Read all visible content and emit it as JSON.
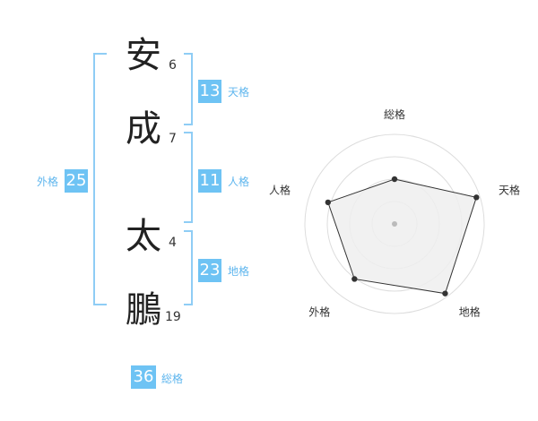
{
  "colors": {
    "bracket": "#8fcdf5",
    "badge_bg": "#6ec3f4",
    "label": "#5fb6ee",
    "char": "#222222",
    "radar_fill": "#eeeeee",
    "radar_line": "#333333",
    "grid": "#dddddd"
  },
  "name": {
    "characters": [
      {
        "char": "安",
        "strokes": "6"
      },
      {
        "char": "成",
        "strokes": "7"
      },
      {
        "char": "太",
        "strokes": "4"
      },
      {
        "char": "鵬",
        "strokes": "19"
      }
    ]
  },
  "kakusu": {
    "tenkaku": {
      "value": "13",
      "label": "天格"
    },
    "jinkaku": {
      "value": "11",
      "label": "人格"
    },
    "chikaku": {
      "value": "23",
      "label": "地格"
    },
    "gaikaku": {
      "value": "25",
      "label": "外格"
    },
    "soukaku": {
      "value": "36",
      "label": "総格"
    }
  },
  "chart_data": {
    "type": "radar",
    "axes": [
      "総格",
      "天格",
      "地格",
      "外格",
      "人格"
    ],
    "values": [
      0.5,
      0.96,
      0.96,
      0.76,
      0.78
    ],
    "max": 1,
    "grid_levels": 4
  }
}
